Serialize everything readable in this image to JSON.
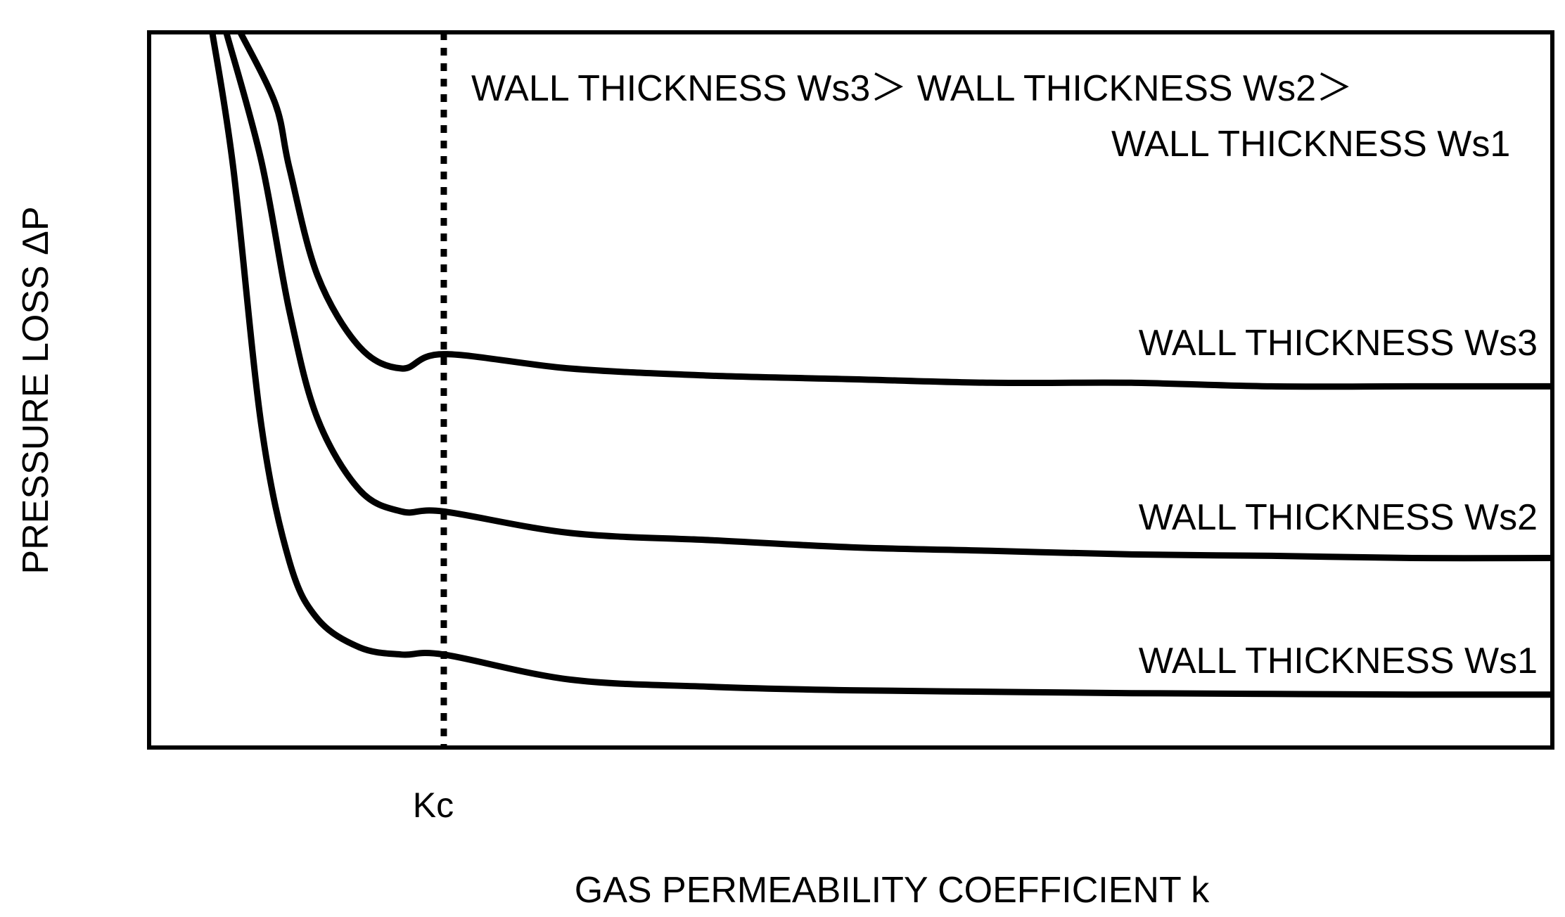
{
  "chart_data": {
    "type": "line",
    "title_lines": [
      "WALL THICKNESS Ws3＞ WALL THICKNESS Ws2＞",
      "WALL THICKNESS Ws1"
    ],
    "xlabel": "GAS PERMEABILITY COEFFICIENT k",
    "ylabel": "PRESSURE LOSS ΔP",
    "x_ticks": [
      {
        "value": 2.1,
        "label": "Kc"
      }
    ],
    "xlim": [
      0,
      10
    ],
    "ylim": [
      0,
      10
    ],
    "grid": false,
    "legend": "none",
    "reference_lines": [
      {
        "axis": "x",
        "value": 2.1,
        "style": "dotted",
        "label": "Kc"
      }
    ],
    "series": [
      {
        "name": "WALL THICKNESS Ws3",
        "x": [
          0.65,
          0.9,
          1.0,
          1.2,
          1.5,
          1.8,
          2.1,
          3.0,
          4.0,
          5.0,
          6.0,
          7.0,
          8.0,
          9.0,
          10.0
        ],
        "y": [
          10.0,
          9.0,
          8.1,
          6.6,
          5.6,
          5.3,
          5.5,
          5.3,
          5.2,
          5.15,
          5.1,
          5.1,
          5.05,
          5.05,
          5.05
        ]
      },
      {
        "name": "WALL THICKNESS Ws2",
        "x": [
          0.55,
          0.8,
          1.0,
          1.2,
          1.5,
          1.8,
          2.1,
          3.0,
          4.0,
          5.0,
          6.0,
          7.0,
          8.0,
          9.0,
          10.0
        ],
        "y": [
          10.0,
          8.2,
          6.1,
          4.6,
          3.6,
          3.3,
          3.3,
          3.0,
          2.9,
          2.8,
          2.75,
          2.7,
          2.68,
          2.65,
          2.65
        ]
      },
      {
        "name": "WALL THICKNESS Ws1",
        "x": [
          0.45,
          0.6,
          0.8,
          1.0,
          1.2,
          1.5,
          1.8,
          2.1,
          3.0,
          4.0,
          5.0,
          6.0,
          7.0,
          8.0,
          9.0,
          10.0
        ],
        "y": [
          10.0,
          8.1,
          4.5,
          2.6,
          1.8,
          1.4,
          1.3,
          1.3,
          0.95,
          0.85,
          0.8,
          0.78,
          0.76,
          0.75,
          0.74,
          0.74
        ]
      }
    ]
  }
}
